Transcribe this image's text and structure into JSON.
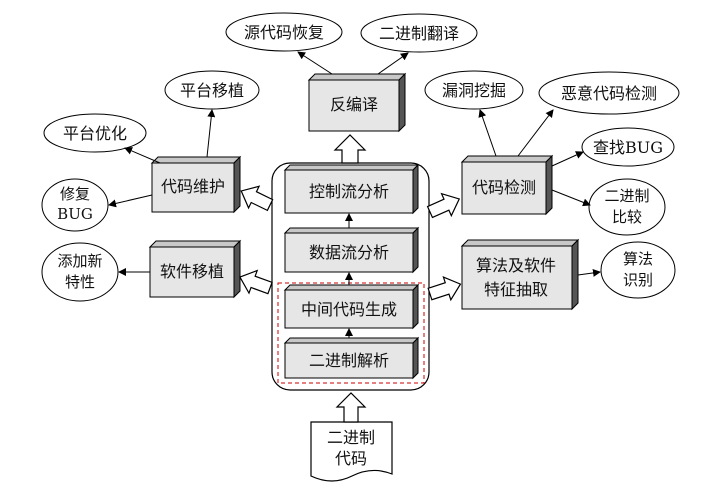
{
  "diagram": {
    "center": {
      "control_flow": "控制流分析",
      "data_flow": "数据流分析",
      "ir_gen": "中间代码生成",
      "binary_parse": "二进制解析"
    },
    "input_code": [
      "二进制",
      "代码"
    ],
    "decompile": "反编译",
    "code_maintain": "代码维护",
    "sw_port": "软件移植",
    "code_detect": "代码检测",
    "algo_extract": [
      "算法及软件",
      "特征抽取"
    ],
    "outputs": {
      "src_recover": "源代码恢复",
      "bin_translate": "二进制翻译",
      "platform_port": "平台移植",
      "platform_opt": "平台优化",
      "fix_bug": [
        "修复",
        "BUG"
      ],
      "add_feature": [
        "添加新",
        "特性"
      ],
      "leak_mining": "漏洞挖掘",
      "malware_detect": "恶意代码检测",
      "find_bug": "查找BUG",
      "bin_compare": [
        "二进制",
        "比较"
      ],
      "algo_identify": [
        "算法",
        "识别"
      ]
    }
  }
}
